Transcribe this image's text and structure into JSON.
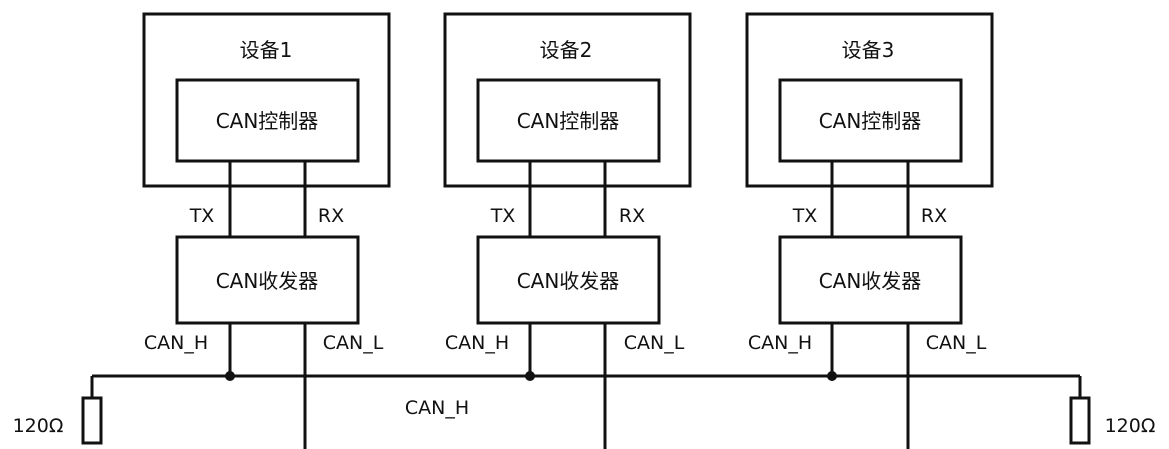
{
  "devices": [
    {
      "title": "设备1",
      "controller": "CAN控制器",
      "transceiver": "CAN收发器",
      "tx": "TX",
      "rx": "RX",
      "can_h": "CAN_H",
      "can_l": "CAN_L"
    },
    {
      "title": "设备2",
      "controller": "CAN控制器",
      "transceiver": "CAN收发器",
      "tx": "TX",
      "rx": "RX",
      "can_h": "CAN_H",
      "can_l": "CAN_L"
    },
    {
      "title": "设备3",
      "controller": "CAN控制器",
      "transceiver": "CAN收发器",
      "tx": "TX",
      "rx": "RX",
      "can_h": "CAN_H",
      "can_l": "CAN_L"
    }
  ],
  "bus": {
    "label": "CAN_H"
  },
  "resistors": {
    "left_label": "120Ω",
    "right_label": "120Ω"
  }
}
